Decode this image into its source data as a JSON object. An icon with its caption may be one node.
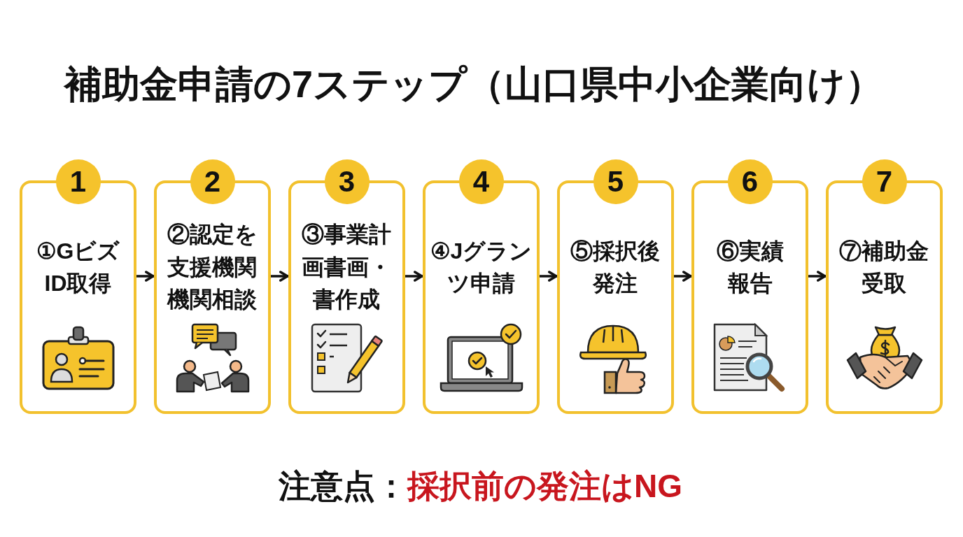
{
  "diagram": {
    "title": "補助金申請の7ステップ（山口県中小企業向け）",
    "nodes": [
      {
        "text": [
          "1",
          "①GビズID取得"
        ]
      },
      {
        "text": [
          "2",
          "②認定を支援機関機関相談"
        ]
      },
      {
        "text": [
          "3",
          "③事業計画書画・書作成"
        ]
      },
      {
        "text": [
          "4",
          "④Jグランツ申請"
        ]
      },
      {
        "text": [
          "5",
          "⑤採択後発注"
        ]
      },
      {
        "text": [
          "6",
          "⑥実績報告"
        ]
      },
      {
        "text": [
          "7",
          "⑦補助金受取"
        ]
      }
    ],
    "edges": [
      {
        "from": 0,
        "to": 1,
        "arrow": "to"
      },
      {
        "from": 1,
        "to": 2,
        "arrow": "to"
      },
      {
        "from": 2,
        "to": 3,
        "arrow": "to"
      },
      {
        "from": 3,
        "to": 4,
        "arrow": "to"
      },
      {
        "from": 4,
        "to": 5,
        "arrow": "to"
      },
      {
        "from": 5,
        "to": 6,
        "arrow": "to"
      }
    ],
    "labels": [
      "注意点：",
      "採択前の発注はNG"
    ]
  }
}
